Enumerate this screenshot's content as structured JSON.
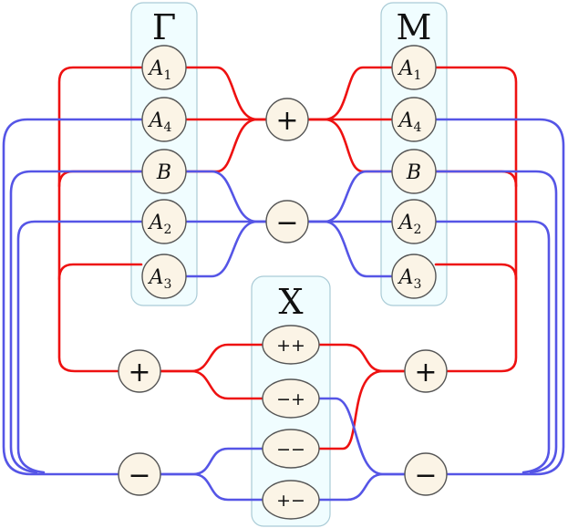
{
  "diagram": {
    "colors": {
      "plus_wire": "#ee1111",
      "minus_wire": "#5555e6",
      "node_fill": "#fbf4e6",
      "panel_fill": "#f0fdff"
    },
    "groups": [
      {
        "id": "gamma",
        "title": "Γ",
        "nodes": [
          {
            "id": "g-a1",
            "letter": "A",
            "sub": "1"
          },
          {
            "id": "g-a4",
            "letter": "A",
            "sub": "4"
          },
          {
            "id": "g-b",
            "letter": "B",
            "sub": ""
          },
          {
            "id": "g-a2",
            "letter": "A",
            "sub": "2"
          },
          {
            "id": "g-a3",
            "letter": "A",
            "sub": "3"
          }
        ]
      },
      {
        "id": "m",
        "title": "M",
        "nodes": [
          {
            "id": "m-a1",
            "letter": "A",
            "sub": "1"
          },
          {
            "id": "m-a4",
            "letter": "A",
            "sub": "4"
          },
          {
            "id": "m-b",
            "letter": "B",
            "sub": ""
          },
          {
            "id": "m-a2",
            "letter": "A",
            "sub": "2"
          },
          {
            "id": "m-a3",
            "letter": "A",
            "sub": "3"
          }
        ]
      },
      {
        "id": "x",
        "title": "X",
        "nodes": [
          {
            "id": "x-pp",
            "label": "++"
          },
          {
            "id": "x-mp",
            "label": "−+"
          },
          {
            "id": "x-mm",
            "label": "−−"
          },
          {
            "id": "x-pm",
            "label": "+−"
          }
        ]
      }
    ],
    "sign_nodes": [
      {
        "id": "s-top-plus",
        "label": "+"
      },
      {
        "id": "s-top-minus",
        "label": "−"
      },
      {
        "id": "s-left-plus",
        "label": "+"
      },
      {
        "id": "s-left-minus",
        "label": "−"
      },
      {
        "id": "s-right-plus",
        "label": "+"
      },
      {
        "id": "s-right-minus",
        "label": "−"
      }
    ],
    "connections": [
      {
        "from": "g-a1",
        "to": "s-top-plus",
        "parity": "plus"
      },
      {
        "from": "g-a4",
        "to": "s-top-plus",
        "parity": "plus"
      },
      {
        "from": "g-b",
        "to": "s-top-plus",
        "parity": "plus"
      },
      {
        "from": "m-a1",
        "to": "s-top-plus",
        "parity": "plus"
      },
      {
        "from": "m-a4",
        "to": "s-top-plus",
        "parity": "plus"
      },
      {
        "from": "m-b",
        "to": "s-top-plus",
        "parity": "plus"
      },
      {
        "from": "g-b",
        "to": "s-top-minus",
        "parity": "minus"
      },
      {
        "from": "g-a2",
        "to": "s-top-minus",
        "parity": "minus"
      },
      {
        "from": "g-a3",
        "to": "s-top-minus",
        "parity": "minus"
      },
      {
        "from": "m-b",
        "to": "s-top-minus",
        "parity": "minus"
      },
      {
        "from": "m-a2",
        "to": "s-top-minus",
        "parity": "minus"
      },
      {
        "from": "m-a3",
        "to": "s-top-minus",
        "parity": "minus"
      },
      {
        "from": "g-a1",
        "to": "s-left-plus",
        "parity": "plus"
      },
      {
        "from": "g-b",
        "to": "s-left-plus",
        "parity": "plus"
      },
      {
        "from": "g-a3",
        "to": "s-left-plus",
        "parity": "plus"
      },
      {
        "from": "g-a4",
        "to": "s-left-minus",
        "parity": "minus"
      },
      {
        "from": "g-b",
        "to": "s-left-minus",
        "parity": "minus"
      },
      {
        "from": "g-a2",
        "to": "s-left-minus",
        "parity": "minus"
      },
      {
        "from": "m-a1",
        "to": "s-right-plus",
        "parity": "plus"
      },
      {
        "from": "m-b",
        "to": "s-right-plus",
        "parity": "plus"
      },
      {
        "from": "m-a3",
        "to": "s-right-plus",
        "parity": "plus"
      },
      {
        "from": "m-a4",
        "to": "s-right-minus",
        "parity": "minus"
      },
      {
        "from": "m-b",
        "to": "s-right-minus",
        "parity": "minus"
      },
      {
        "from": "m-a2",
        "to": "s-right-minus",
        "parity": "minus"
      },
      {
        "from": "s-left-plus",
        "to": "x-pp",
        "parity": "plus"
      },
      {
        "from": "s-left-plus",
        "to": "x-mp",
        "parity": "plus"
      },
      {
        "from": "s-left-minus",
        "to": "x-mm",
        "parity": "minus"
      },
      {
        "from": "s-left-minus",
        "to": "x-pm",
        "parity": "minus"
      },
      {
        "from": "x-pp",
        "to": "s-right-plus",
        "parity": "plus"
      },
      {
        "from": "x-mm",
        "to": "s-right-plus",
        "parity": "plus"
      },
      {
        "from": "x-mp",
        "to": "s-right-minus",
        "parity": "minus"
      },
      {
        "from": "x-pm",
        "to": "s-right-minus",
        "parity": "minus"
      }
    ]
  }
}
